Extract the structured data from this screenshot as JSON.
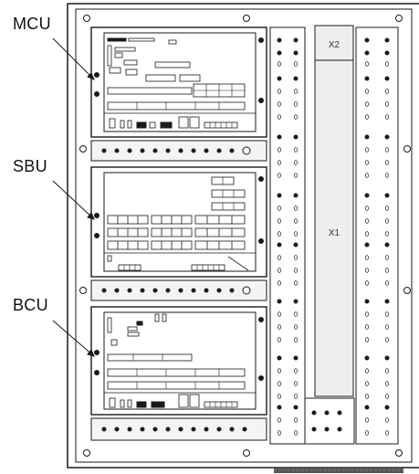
{
  "callouts": {
    "mcu": "MCU",
    "sbu": "SBU",
    "bcu": "BCU"
  },
  "terminal_labels": {
    "x2": "X2",
    "x1": "X1"
  },
  "colors": {
    "line": "#1a1a1a",
    "panel_fill": "#ffffff",
    "rail_fill": "#f4f4f4",
    "terminal_fill": "#eeeeee"
  }
}
